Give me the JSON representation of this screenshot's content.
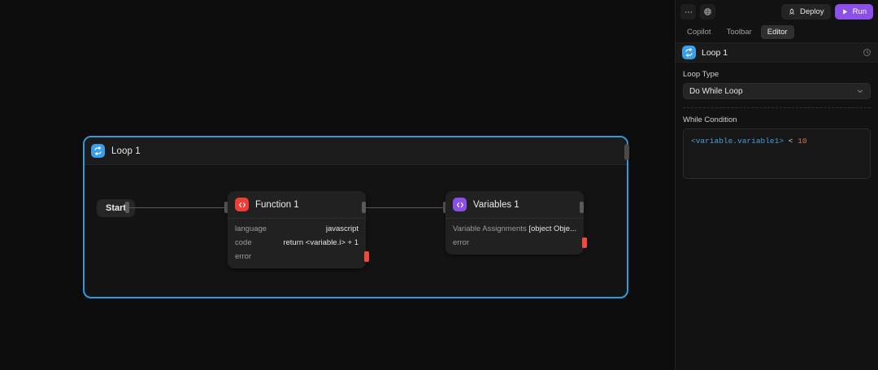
{
  "canvas": {
    "loop_block": {
      "title": "Loop 1",
      "icon": "loop-repeat-icon",
      "border_color": "#2e9ae0",
      "start_label": "Start",
      "nodes": [
        {
          "title": "Function 1",
          "icon": "code-brackets-icon",
          "icon_color": "#ef3e35",
          "rows": [
            {
              "key": "language",
              "value": "javascript",
              "error": false
            },
            {
              "key": "code",
              "value": "return <variable.i> + 1",
              "error": false
            },
            {
              "key": "error",
              "value": "",
              "error": true
            }
          ]
        },
        {
          "title": "Variables 1",
          "icon": "code-brackets-icon",
          "icon_color": "#8b50e8",
          "rows": [
            {
              "key": "Variable Assignments",
              "value": "[object Obje...",
              "error": false
            },
            {
              "key": "error",
              "value": "",
              "error": true
            }
          ]
        }
      ]
    }
  },
  "panel": {
    "topbar": {
      "more_icon": "ellipsis-icon",
      "globe_icon": "globe-icon",
      "deploy_label": "Deploy",
      "deploy_icon": "rocket-icon",
      "run_label": "Run",
      "run_icon": "play-icon",
      "run_color": "#8b50e8"
    },
    "tabs": [
      {
        "label": "Copilot",
        "active": false
      },
      {
        "label": "Toolbar",
        "active": false
      },
      {
        "label": "Editor",
        "active": true
      }
    ],
    "node_header": {
      "title": "Loop 1",
      "icon": "loop-repeat-icon",
      "history_icon": "history-clock-icon"
    },
    "loop_type": {
      "label": "Loop Type",
      "value": "Do While Loop",
      "chevron_icon": "chevron-down-icon"
    },
    "while_condition": {
      "label": "While Condition",
      "code_variable": "<variable.variable1>",
      "code_operator": "<",
      "code_number": "10"
    }
  }
}
